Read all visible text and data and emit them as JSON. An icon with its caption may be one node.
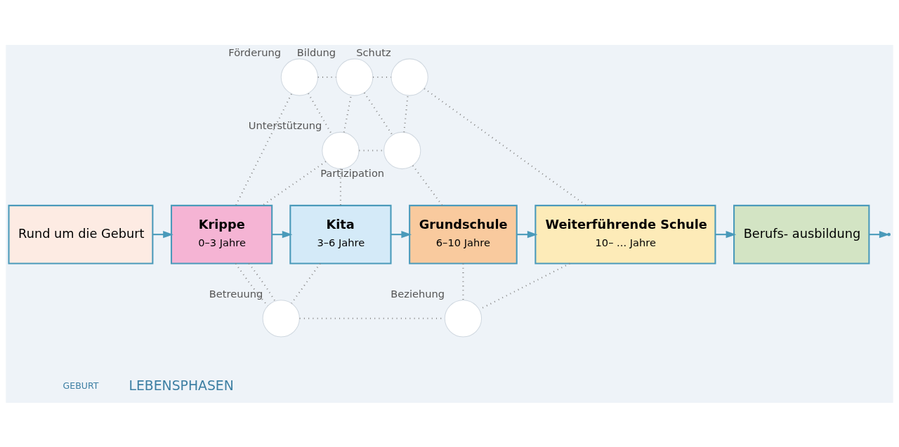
{
  "diagram": {
    "nodes": [
      {
        "text": [],
        "shape": "circle",
        "beside": [
          "Bildung"
        ]
      },
      {
        "text": [],
        "shape": "circle",
        "beside": [
          "Förderung"
        ]
      },
      {
        "text": [],
        "shape": "circle",
        "beside": [
          "Unterstützung"
        ]
      },
      {
        "text": [],
        "shape": "circle",
        "beside": [
          "Schutz"
        ]
      },
      {
        "text": [],
        "shape": "circle",
        "beside": [
          "Partizipation"
        ]
      },
      {
        "text": [
          "Rund um die Geburt"
        ]
      },
      {
        "text": [
          "Krippe",
          "0–3 Jahre"
        ]
      },
      {
        "text": [
          "Kita",
          "3–6 Jahre"
        ]
      },
      {
        "text": [
          "Grundschule",
          "6–10 Jahre"
        ]
      },
      {
        "text": [
          "Weiterführende Schule",
          "10– ... Jahre"
        ]
      },
      {
        "text": [
          "Berufs- ausbildung"
        ]
      },
      {
        "text": [],
        "shape": "circle",
        "beside": [
          "Betreuung"
        ]
      },
      {
        "text": [],
        "shape": "circle",
        "beside": [
          "Beziehung"
        ]
      }
    ],
    "edges": [
      {
        "from": 1,
        "to": 0,
        "arrow": "none",
        "style": "dashed"
      },
      {
        "from": 1,
        "to": 2,
        "arrow": "none",
        "style": "dashed"
      },
      {
        "from": 1,
        "to": 6,
        "arrow": "none",
        "style": "dashed"
      },
      {
        "from": 2,
        "to": 0,
        "arrow": "none",
        "style": "dashed"
      },
      {
        "from": 2,
        "to": 4,
        "arrow": "none",
        "style": "dashed"
      },
      {
        "from": 2,
        "to": 6,
        "arrow": "none",
        "style": "dashed"
      },
      {
        "from": 2,
        "to": 7,
        "arrow": "none",
        "style": "dashed"
      },
      {
        "from": 0,
        "to": 4,
        "arrow": "none",
        "style": "dashed"
      },
      {
        "from": 0,
        "to": 3,
        "arrow": "none",
        "style": "dashed"
      },
      {
        "from": 4,
        "to": 3,
        "arrow": "none",
        "style": "dashed"
      },
      {
        "from": 4,
        "to": 8,
        "arrow": "none",
        "style": "dashed"
      },
      {
        "from": 3,
        "to": 9,
        "arrow": "none",
        "style": "dashed"
      },
      {
        "from": 5,
        "to": 6,
        "arrow": "to",
        "color": "#4a9aba"
      },
      {
        "from": 6,
        "to": 7,
        "arrow": "to",
        "color": "#4a9aba"
      },
      {
        "from": 7,
        "to": 8,
        "arrow": "to",
        "color": "#4a9aba"
      },
      {
        "from": 8,
        "to": 9,
        "arrow": "to",
        "color": "#4a9aba"
      },
      {
        "from": 9,
        "to": 10,
        "arrow": "to",
        "color": "#4a9aba"
      },
      {
        "from": 10,
        "to": null,
        "arrow": "to",
        "color": "#4a9aba"
      },
      {
        "from": 6,
        "to": 11,
        "arrow": "none",
        "style": "dashed"
      },
      {
        "from": 6,
        "to": 11,
        "arrow": "none",
        "style": "dashed"
      },
      {
        "from": 7,
        "to": 11,
        "arrow": "none",
        "style": "dashed"
      },
      {
        "from": 11,
        "to": 12,
        "arrow": "none",
        "style": "dashed"
      },
      {
        "from": 8,
        "to": 12,
        "arrow": "none",
        "style": "dashed"
      },
      {
        "from": 9,
        "to": 12,
        "arrow": "none",
        "style": "dashed"
      }
    ],
    "labels": [
      "GEBURT",
      "LEBENSPHASEN"
    ]
  }
}
